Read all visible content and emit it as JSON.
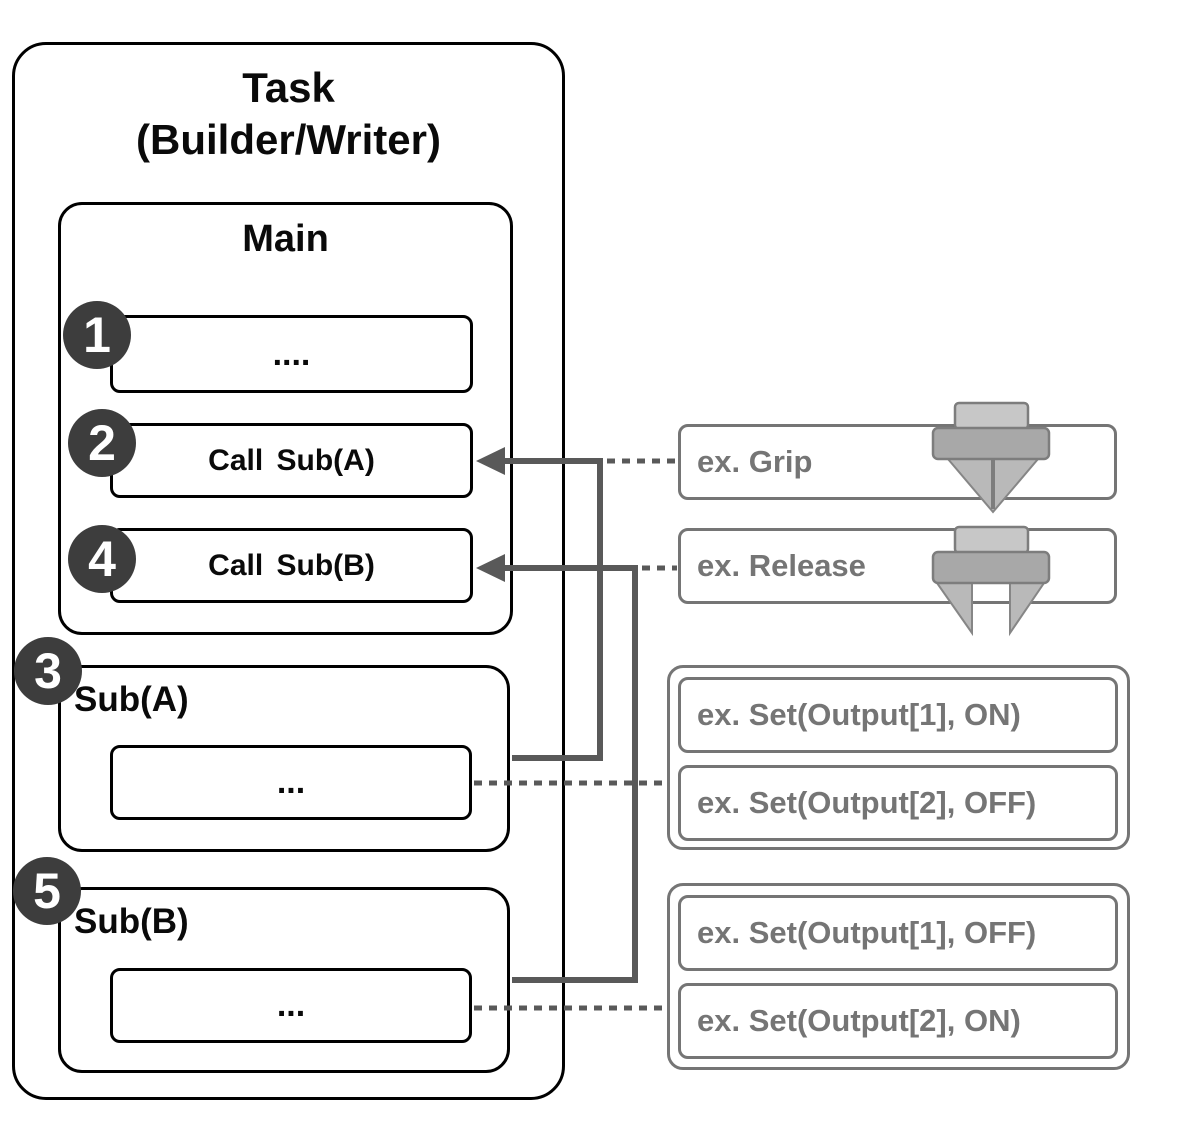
{
  "task": {
    "title_line1": "Task",
    "title_line2": "(Builder/Writer)",
    "main": {
      "title": "Main",
      "steps": [
        {
          "badge": "1",
          "label": "...."
        },
        {
          "badge": "2",
          "label": "Call Sub(A)"
        },
        {
          "badge": "4",
          "label": "Call Sub(B)"
        }
      ]
    },
    "subroutines": [
      {
        "badge": "3",
        "title": "Sub(A)",
        "body": "..."
      },
      {
        "badge": "5",
        "title": "Sub(B)",
        "body": "..."
      }
    ]
  },
  "examples": {
    "grip": {
      "label": "ex. Grip",
      "icon": "gripper-closed-icon"
    },
    "release": {
      "label": "ex. Release",
      "icon": "gripper-open-icon"
    },
    "sub_a": [
      {
        "label": "ex. Set(Output[1], ON)"
      },
      {
        "label": "ex. Set(Output[2], OFF)"
      }
    ],
    "sub_b": [
      {
        "label": "ex. Set(Output[1], OFF)"
      },
      {
        "label": "ex. Set(Output[2], ON)"
      }
    ]
  },
  "colors": {
    "outline_black": "#000000",
    "connector_gray": "#595959",
    "example_gray": "#757575",
    "badge_fill": "#3d3d3d",
    "badge_text": "#ffffff",
    "gripper_light": "#c7c7c7",
    "gripper_mid": "#a8a8a8",
    "gripper_finger": "#b9b9b9"
  }
}
